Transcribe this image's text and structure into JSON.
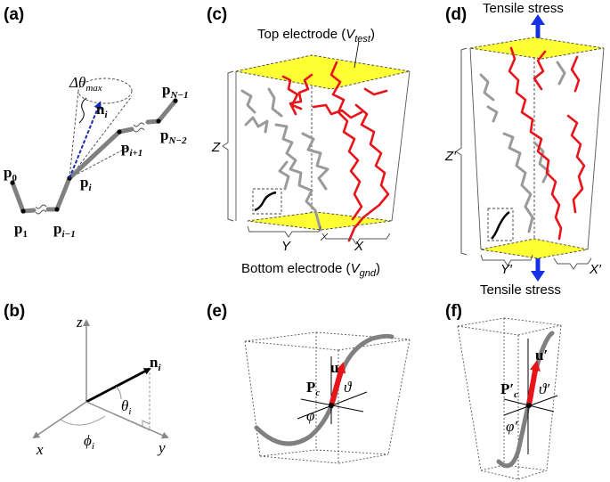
{
  "panels": {
    "a": "(a)",
    "b": "(b)",
    "c": "(c)",
    "d": "(d)",
    "e": "(e)",
    "f": "(f)"
  },
  "panel_a": {
    "p0": "p",
    "p0_sub": "0",
    "p1": "p",
    "p1_sub": "1",
    "pim1": "p",
    "pim1_sub": "i−1",
    "pi": "p",
    "pi_sub": "i",
    "pip1": "p",
    "pip1_sub": "i+1",
    "pNm2": "p",
    "pNm2_sub": "N−2",
    "pNm1": "p",
    "pNm1_sub": "N−1",
    "ni": "n",
    "ni_sub": "i",
    "dtheta": "Δθ",
    "dtheta_sub": "max"
  },
  "panel_b": {
    "z": "z",
    "x": "x",
    "y": "y",
    "ni": "n",
    "ni_sub": "i",
    "theta": "θ",
    "theta_sub": "i",
    "phi": "ϕ",
    "phi_sub": "i"
  },
  "panel_c": {
    "top_electrode": "Top electrode (",
    "top_v": "V",
    "top_v_sub": "test",
    "top_close": ")",
    "bottom_electrode": "Bottom electrode (",
    "bottom_v": "V",
    "bottom_v_sub": "gnd",
    "bottom_close": ")",
    "z": "Z",
    "y": "Y",
    "x": "X"
  },
  "panel_d": {
    "tensile_top": "Tensile stress",
    "tensile_bottom": "Tensile stress",
    "z": "Z′",
    "y": "Y′",
    "x": "X′"
  },
  "panel_e": {
    "pc": "P",
    "pc_sub": "c",
    "u": "u",
    "theta": "ϑ",
    "phi": "φ"
  },
  "panel_f": {
    "pc": "P′",
    "pc_sub": "c",
    "u": "u′",
    "theta": "ϑ′",
    "phi": "φ′"
  },
  "colors": {
    "electrode": "#ffff33",
    "conductive_chain": "#e8141a",
    "polymer_chain": "#9a9a9a",
    "stress_arrow": "#1531e6",
    "ni_vector": "#1a2bb3"
  }
}
